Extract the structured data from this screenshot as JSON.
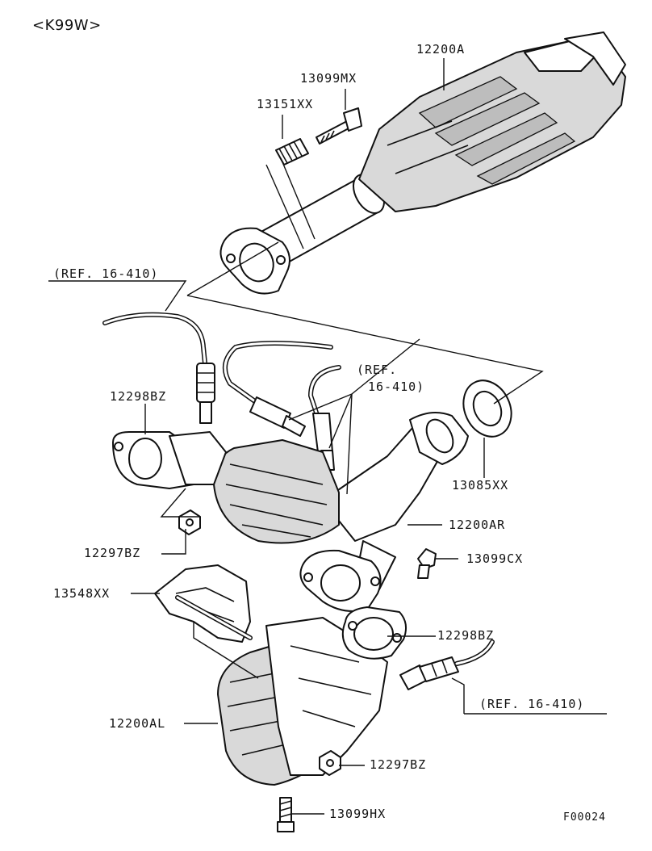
{
  "header": {
    "model_code": "<K99W>"
  },
  "footer": {
    "figure_id": "F00024"
  },
  "parts": {
    "p12200A": "12200A",
    "p13099MX": "13099MX",
    "p13151XX": "13151XX",
    "p12298BZ_a": "12298BZ",
    "p12297BZ_a": "12297BZ",
    "p13085XX": "13085XX",
    "p12200AR": "12200AR",
    "p13099CX": "13099CX",
    "p13548XX": "13548XX",
    "p12298BZ_b": "12298BZ",
    "p12200AL": "12200AL",
    "p12297BZ_b": "12297BZ",
    "p13099HX": "13099HX"
  },
  "references": {
    "ref_top": "(REF. 16-410)",
    "ref_mid_line1": "(REF.",
    "ref_mid_line2": "16-410)",
    "ref_bottom": "(REF. 16-410)"
  }
}
